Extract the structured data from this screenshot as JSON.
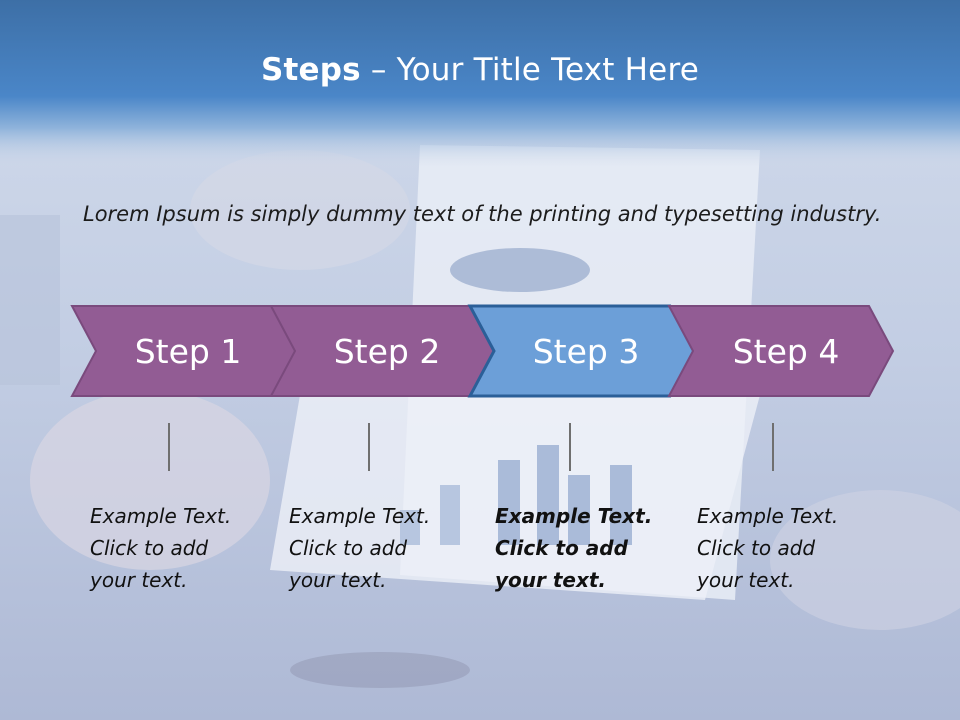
{
  "slide": {
    "title_bold": "Steps",
    "title_rest": " – Your Title Text Here",
    "intro": "Lorem Ipsum is simply dummy text of the printing and typesetting industry."
  },
  "steps": [
    {
      "label": "Step 1",
      "fill": "#925c94",
      "text": "Example Text.\nClick  to add\nyour text.",
      "highlighted": false
    },
    {
      "label": "Step 2",
      "fill": "#925c94",
      "text": "Example Text.\nClick  to add\nyour text.",
      "highlighted": false
    },
    {
      "label": "Step 3",
      "fill": "#6c9fd8",
      "text": "Example Text.\nClick  to add\nyour text.",
      "highlighted": true
    },
    {
      "label": "Step 4",
      "fill": "#925c94",
      "text": "Example Text.\nClick  to add\nyour text.",
      "highlighted": false
    }
  ],
  "colors": {
    "header": "#3a6fa8",
    "step_outline": "#7a4a7d",
    "active_outline": "#2b5f98"
  }
}
